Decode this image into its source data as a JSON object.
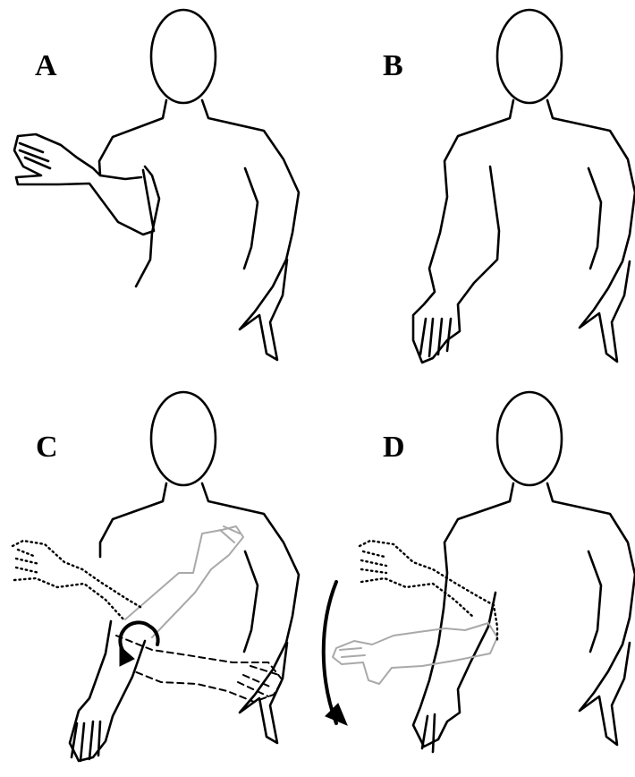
{
  "panels": [
    {
      "id": "a",
      "label": "A",
      "pose": "raised-arm"
    },
    {
      "id": "b",
      "label": "B",
      "pose": "arm-down"
    },
    {
      "id": "c",
      "label": "C",
      "pose": "rotation-across-body"
    },
    {
      "id": "d",
      "label": "D",
      "pose": "swing-down"
    }
  ],
  "colors": {
    "outline": "#000000",
    "ghost_arm": "#a9a9a9",
    "background": "#ffffff"
  },
  "icons": {
    "rotation": "circular-arrow-icon",
    "motion": "curved-arrow-icon"
  }
}
